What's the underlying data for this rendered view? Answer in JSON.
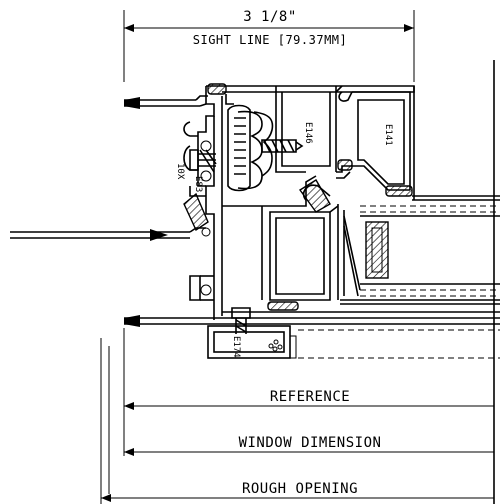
{
  "dimensions": {
    "sight_line_value": "3 1/8\"",
    "sight_line_label": "SIGHT LINE [79.37MM]",
    "reference": "REFERENCE",
    "window_dimension": "WINDOW DIMENSION",
    "rough_opening": "ROUGH OPENING"
  },
  "part_labels": {
    "part_a": "E146",
    "part_b": "E141",
    "part_c": "E174",
    "part_d": "E83",
    "screw": "10X"
  }
}
